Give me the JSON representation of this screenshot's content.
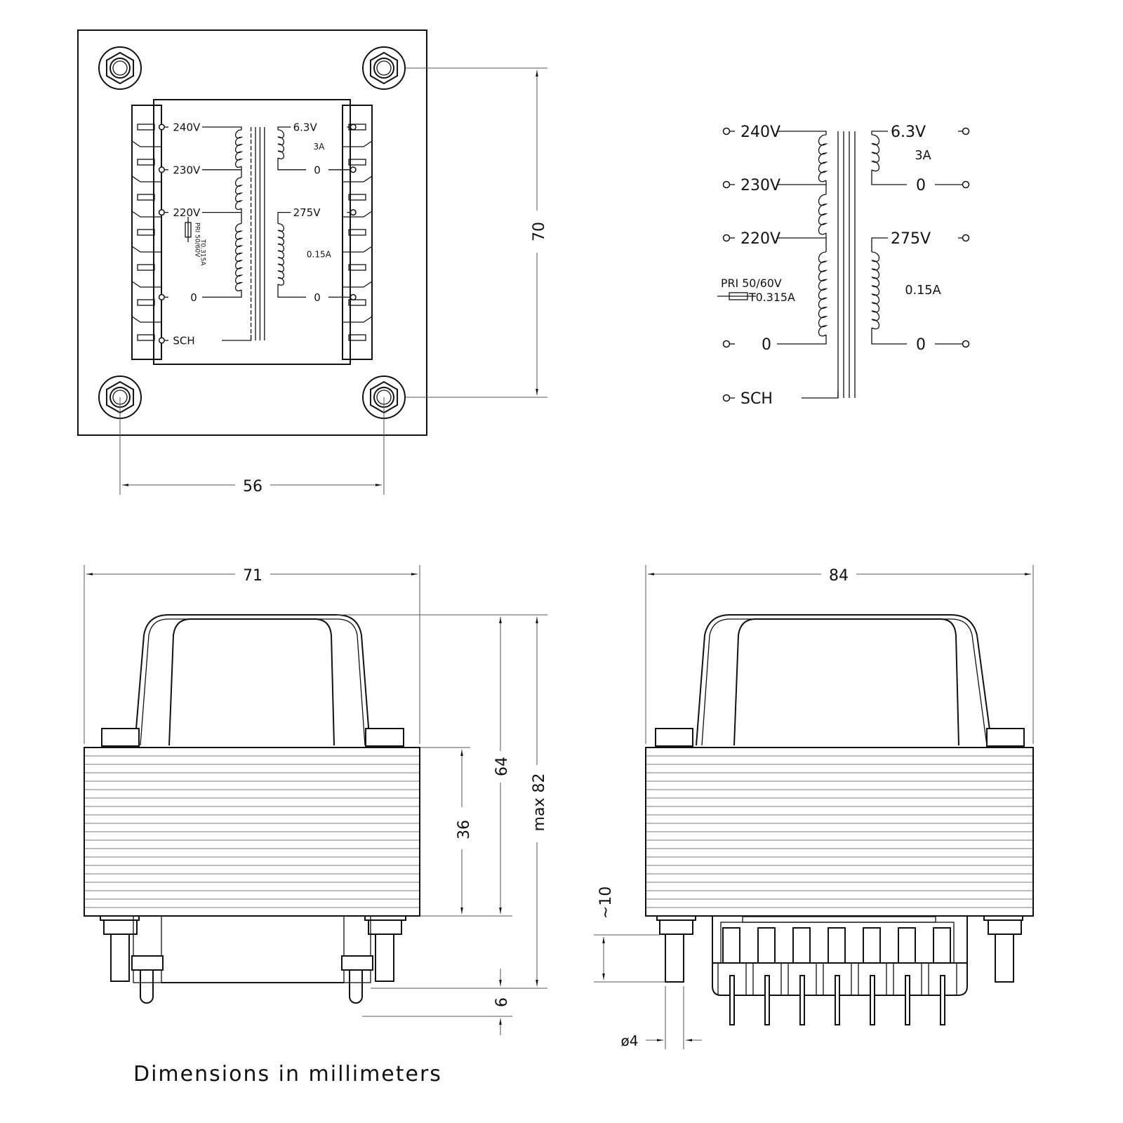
{
  "dimensions": {
    "top_width": "56",
    "top_height": "70",
    "front_width": "71",
    "front_height": "64",
    "front_max": "max 82",
    "core_height": "36",
    "terminal": "6",
    "side_width": "84",
    "stud_length": "~10",
    "stud_diameter": "ø4"
  },
  "schematic": {
    "primary": [
      "240V",
      "230V",
      "220V",
      "0",
      "SCH"
    ],
    "fuse": [
      "PRI 50/60V",
      "T0.315A"
    ],
    "sec1": {
      "voltage": "6.3V",
      "current": "3A",
      "zero": "0"
    },
    "sec2": {
      "voltage": "275V",
      "current": "0.15A",
      "zero": "0"
    }
  },
  "footer": "Dimensions in millimeters"
}
